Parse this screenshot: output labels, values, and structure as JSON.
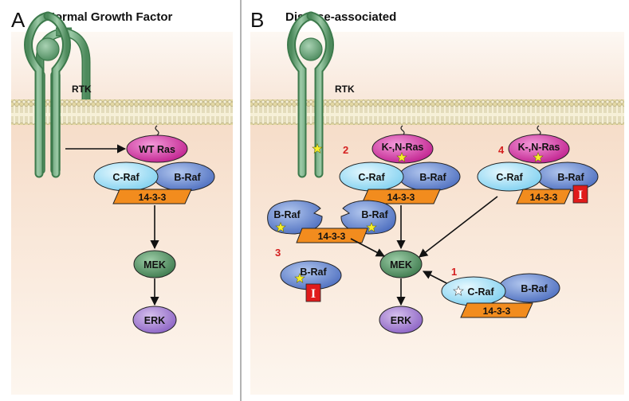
{
  "panel_a": {
    "letter": "A",
    "title": "Normal Growth Factor",
    "receptor": "RTK",
    "ras": "WT Ras",
    "craf": "C-Raf",
    "braf": "B-Raf",
    "scaffold": "14-3-3",
    "mek": "MEK",
    "erk": "ERK"
  },
  "panel_b": {
    "letter": "B",
    "title": "Disease-associated",
    "receptor": "RTK",
    "scenario_2": {
      "num": "2",
      "ras": "K-,N-Ras",
      "craf": "C-Raf",
      "braf": "B-Raf",
      "scaffold": "14-3-3"
    },
    "scenario_4": {
      "num": "4",
      "ras": "K-,N-Ras",
      "craf": "C-Raf",
      "braf": "B-Raf",
      "scaffold": "14-3-3",
      "inhibitor": "I"
    },
    "scenario_3": {
      "num": "3",
      "braf_left": "B-Raf",
      "braf_right": "B-Raf",
      "scaffold": "14-3-3",
      "braf_single": "B-Raf",
      "inhibitor": "I"
    },
    "scenario_1": {
      "num": "1",
      "craf": "C-Raf",
      "braf": "B-Raf",
      "scaffold": "14-3-3"
    },
    "mek": "MEK",
    "erk": "ERK"
  }
}
